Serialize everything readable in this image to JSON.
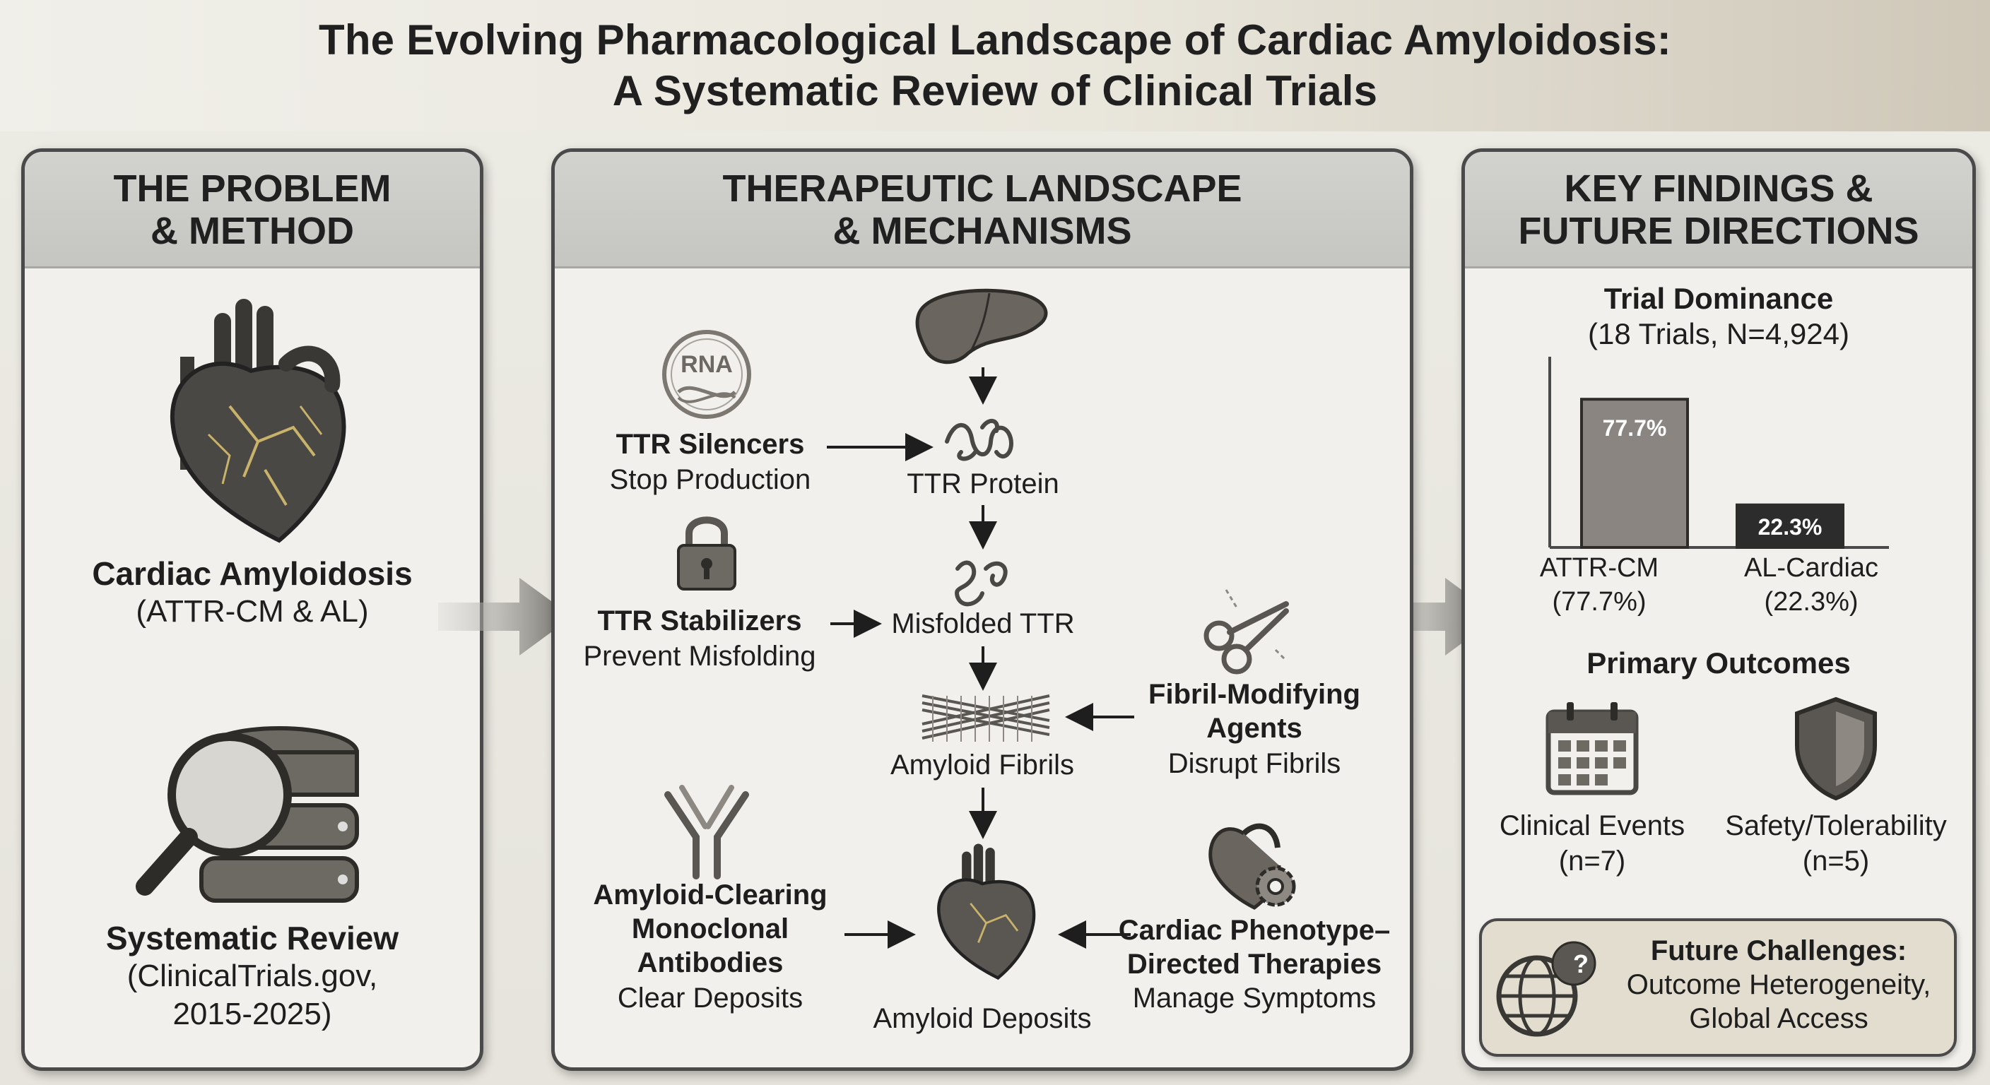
{
  "header": {
    "title_line1": "The Evolving Pharmacological Landscape of Cardiac Amyloidosis:",
    "title_line2": "A Systematic Review of Clinical Trials"
  },
  "panel_left": {
    "heading_line1": "THE PROBLEM",
    "heading_line2": "& METHOD",
    "heart_title": "Cardiac Amyloidosis",
    "heart_sub": "(ATTR-CM & AL)",
    "review_title": "Systematic Review",
    "review_sub1": "(ClinicalTrials.gov,",
    "review_sub2": "2015-2025)"
  },
  "panel_middle": {
    "heading_line1": "THERAPEUTIC LANDSCAPE",
    "heading_line2": "& MECHANISMS",
    "rna_badge": "RNA",
    "silencers_title": "TTR Silencers",
    "silencers_sub": "Stop Production",
    "ttr_protein": "TTR Protein",
    "stabilizers_title": "TTR Stabilizers",
    "stabilizers_sub": "Prevent Misfolding",
    "misfolded": "Misfolded TTR",
    "fibrils": "Amyloid Fibrils",
    "fibril_mod_title1": "Fibril-Modifying",
    "fibril_mod_title2": "Agents",
    "fibril_mod_sub": "Disrupt Fibrils",
    "antibody_title1": "Amyloid-Clearing",
    "antibody_title2": "Monoclonal",
    "antibody_title3": "Antibodies",
    "antibody_sub": "Clear Deposits",
    "deposits": "Amyloid Deposits",
    "phenotype_title1": "Cardiac Phenotype–",
    "phenotype_title2": "Directed Therapies",
    "phenotype_sub": "Manage Symptoms"
  },
  "panel_right": {
    "heading_line1": "KEY FINDINGS &",
    "heading_line2": "FUTURE DIRECTIONS",
    "dominance_title": "Trial Dominance",
    "dominance_sub": "(18 Trials, N=4,924)",
    "outcomes_title": "Primary Outcomes",
    "clinical_events": "Clinical Events",
    "clinical_n": "(n=7)",
    "safety": "Safety/Tolerability",
    "safety_n": "(n=5)",
    "future_title": "Future Challenges:",
    "future_line2": "Outcome Heterogeneity,",
    "future_line3": "Global Access",
    "future_badge": "?"
  },
  "chart_data": {
    "type": "bar",
    "categories": [
      "ATTR-CM",
      "AL-Cardiac"
    ],
    "category_labels": [
      "ATTR-CM",
      "AL-Cardiac"
    ],
    "value_labels": [
      "(77.7%)",
      "(22.3%)"
    ],
    "bar_labels": [
      "77.7%",
      "22.3%"
    ],
    "values": [
      77.7,
      22.3
    ],
    "ylim": [
      0,
      100
    ],
    "colors": [
      "#8a8580",
      "#2c2c2c"
    ],
    "grid": false
  },
  "colors": {
    "panel_border": "#4a4a4a",
    "panel_head": "#c9c9c5",
    "icon_dark": "#5a5752",
    "icon_mid": "#8d8882"
  }
}
